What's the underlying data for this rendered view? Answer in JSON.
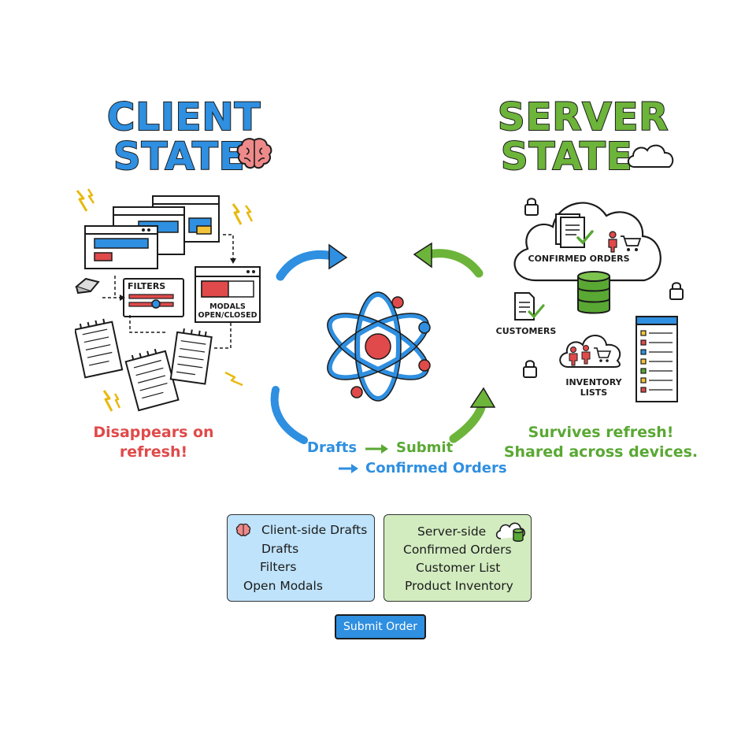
{
  "client": {
    "title_line1": "CLIENT",
    "title_line2": "STATE",
    "filters_label": "FILTERS",
    "modals_label_line1": "MODALS",
    "modals_label_line2": "OPEN/CLOSED",
    "caption_line1": "Disappears on",
    "caption_line2": "refresh!"
  },
  "server": {
    "title_line1": "SERVER",
    "title_line2": "STATE",
    "confirmed_orders_label": "CONFIRMED ORDERS",
    "customers_label": "CUSTOMERS",
    "inventory_label_line1": "INVENTORY",
    "inventory_label_line2": "LISTS",
    "caption_line1": "Survives refresh!",
    "caption_line2": "Shared across devices."
  },
  "flow": {
    "step1": "Drafts",
    "step2": "Submit",
    "step3": "Confirmed Orders"
  },
  "client_panel": {
    "heading": "Client-side Drafts",
    "items": [
      "Drafts",
      "Filters",
      "Open Modals"
    ]
  },
  "server_panel": {
    "heading": "Server-side",
    "items": [
      "Confirmed Orders",
      "Customer List",
      "Product Inventory"
    ]
  },
  "submit_button": {
    "label": "Submit Order"
  },
  "colors": {
    "client_blue": "#2f8fe0",
    "server_green": "#6db43a",
    "alert_red": "#e04a4a",
    "client_panel_bg": "#bfe3fa",
    "server_panel_bg": "#d2ecc0"
  }
}
